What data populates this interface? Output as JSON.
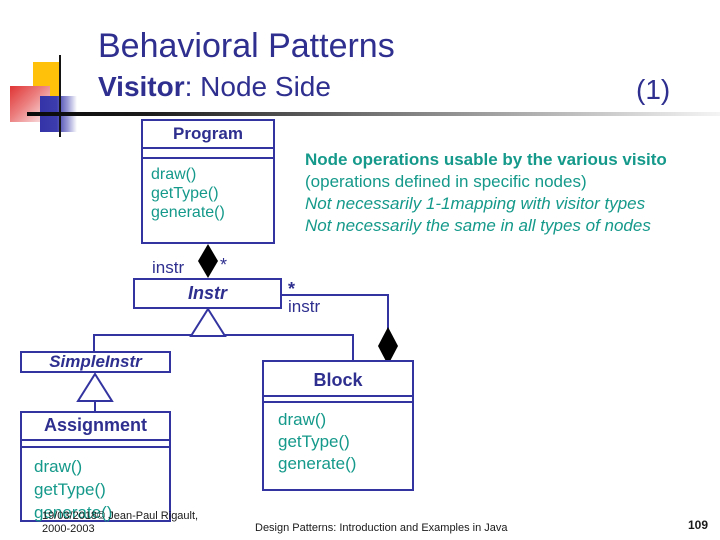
{
  "slide": {
    "title": "Behavioral Patterns",
    "subtitle_keyword": "Visitor",
    "subtitle_rest": ": Node Side",
    "index_label": "(1)"
  },
  "annotation": {
    "line1": "Node operations usable by the various visito",
    "line2": "(operations defined in specific nodes)",
    "line3": "Not necessarily 1-1mapping with visitor types",
    "line4": "Not necessarily the same in all types of nodes"
  },
  "uml": {
    "program": {
      "name": "Program",
      "methods": [
        "draw()",
        "getType()",
        "generate()"
      ]
    },
    "instr": {
      "name": "Instr"
    },
    "simple_instr": {
      "name": "SimpleInstr"
    },
    "assignment": {
      "name": "Assignment",
      "methods": [
        "draw()",
        "getType()",
        "generate()"
      ]
    },
    "block": {
      "name": "Block",
      "methods": [
        "draw()",
        "getType()",
        "generate()"
      ]
    },
    "labels": {
      "program_aggregation_role": "instr",
      "program_aggregation_multiplicity": "*",
      "block_aggregation_multiplicity": "*",
      "block_aggregation_role": "instr"
    }
  },
  "footer": {
    "copyright": "19/03/2018© Jean-Paul Rigault, 2000-2003",
    "center": "Design Patterns: Introduction and Examples in Java",
    "page_number": "109"
  },
  "colors": {
    "heading_navy": "#2e2f8f",
    "diagram_navy": "#3434a0",
    "method_teal": "#14998a",
    "logo_yellow": "#ffc10a",
    "logo_red": "#e13c3c",
    "logo_blue": "#3434a8",
    "diamond_black": "#000000"
  }
}
